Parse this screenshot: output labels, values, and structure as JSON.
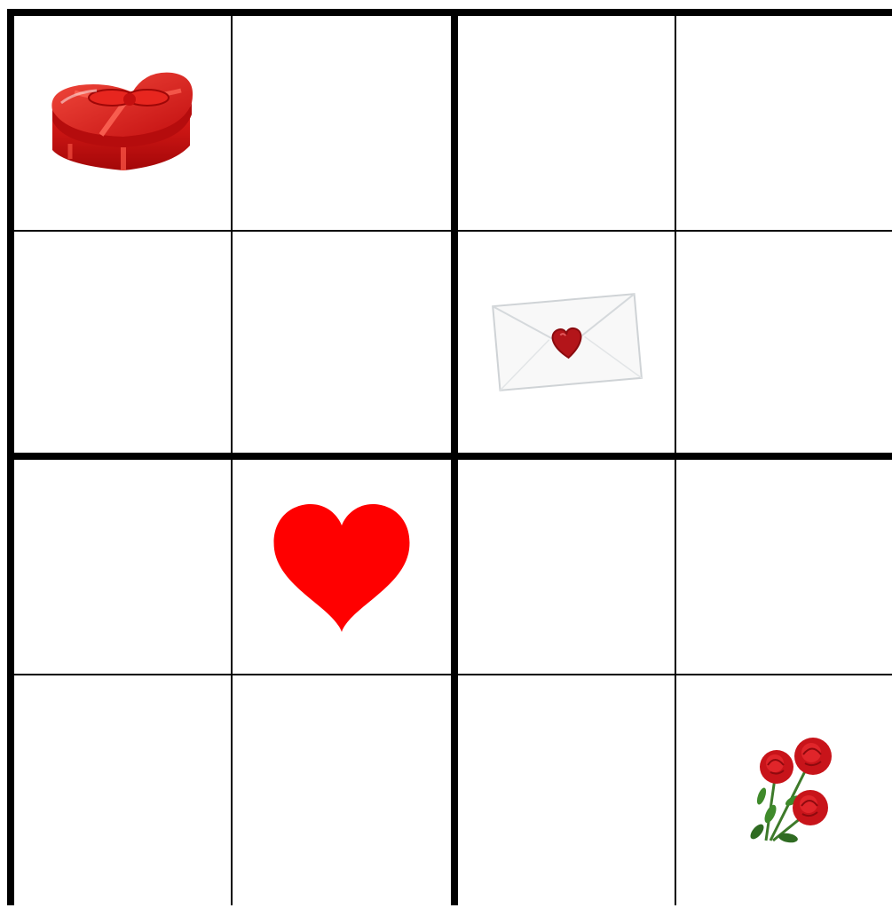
{
  "puzzle": {
    "size": 4,
    "box_size": 2,
    "symbols": [
      "gift-box",
      "love-letter",
      "red-heart",
      "rose-bouquet"
    ],
    "colors": {
      "heart_red": "#ff0000",
      "gift_red": "#d10f10",
      "rose_red": "#c8141a",
      "leaf_green": "#2f6b22",
      "envelope_white": "#f7f7f7",
      "grid_line": "#000000"
    },
    "grid": [
      [
        "gift-box",
        "",
        "",
        ""
      ],
      [
        "",
        "",
        "love-letter",
        ""
      ],
      [
        "",
        "red-heart",
        "",
        ""
      ],
      [
        "",
        "",
        "",
        "rose-bouquet"
      ]
    ]
  }
}
